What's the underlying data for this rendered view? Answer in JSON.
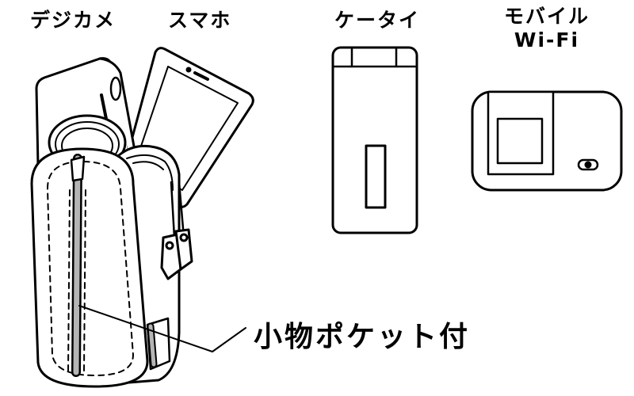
{
  "labels": {
    "camera": "デジカメ",
    "smartphone": "スマホ",
    "flip_phone": "ケータイ",
    "mobile_line1": "モバイル",
    "mobile_line2": "Wi-Fi",
    "pocket": "小物ポケット付"
  },
  "colors": {
    "stroke": "#000000",
    "fill": "#ffffff",
    "zipper_gray": "#b5b5b5"
  }
}
